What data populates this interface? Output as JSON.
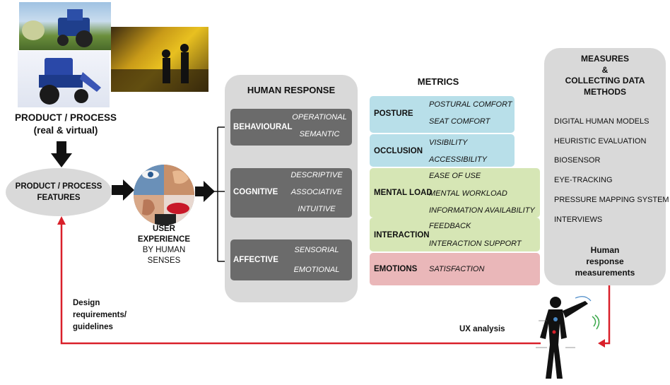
{
  "product": {
    "title_line1": "PRODUCT / PROCESS",
    "title_line2": "(real & virtual)",
    "features_line1": "PRODUCT / PROCESS",
    "features_line2": "FEATURES"
  },
  "user_experience": {
    "line1": "USER",
    "line2": "EXPERIENCE",
    "line3": "BY HUMAN",
    "line4": "SENSES"
  },
  "human_response": {
    "title": "HUMAN RESPONSE",
    "groups": [
      {
        "category": "BEHAVIOURAL",
        "items": [
          "OPERATIONAL",
          "SEMANTIC"
        ]
      },
      {
        "category": "COGNITIVE",
        "items": [
          "DESCRIPTIVE",
          "ASSOCIATIVE",
          "INTUITIVE"
        ]
      },
      {
        "category": "AFFECTIVE",
        "items": [
          "SENSORIAL",
          "EMOTIONAL"
        ]
      }
    ]
  },
  "metrics": {
    "title": "METRICS",
    "groups": [
      {
        "category": "POSTURE",
        "items": [
          "POSTURAL COMFORT",
          "SEAT COMFORT"
        ],
        "color": "#b8dfe9"
      },
      {
        "category": "OCCLUSION",
        "items": [
          "VISIBILITY",
          "ACCESSIBILITY"
        ],
        "color": "#b8dfe9"
      },
      {
        "category": "MENTAL LOAD",
        "items": [
          "EASE OF USE",
          "MENTAL WORKLOAD",
          "INFORMATION AVAILABILITY"
        ],
        "color": "#d6e6b5"
      },
      {
        "category": "INTERACTION",
        "items": [
          "FEEDBACK",
          "INTERACTION SUPPORT"
        ],
        "color": "#d6e6b5"
      },
      {
        "category": "EMOTIONS",
        "items": [
          "SATISFACTION"
        ],
        "color": "#eab7b9"
      }
    ]
  },
  "measures": {
    "title_line1": "MEASURES",
    "title_line2": "&",
    "title_line3": "COLLECTING DATA",
    "title_line4": "METHODS",
    "items": [
      "DIGITAL HUMAN MODELS",
      "HEURISTIC EVALUATION",
      "BIOSENSOR",
      "EYE-TRACKING",
      "PRESSURE MAPPING SYSTEM",
      "INTERVIEWS"
    ],
    "footer_line1": "Human",
    "footer_line2": "response",
    "footer_line3": "measurements"
  },
  "feedback": {
    "design_line1": "Design",
    "design_line2": "requirements/",
    "design_line3": "guidelines",
    "ux_analysis": "UX analysis"
  },
  "colors": {
    "panel_gray": "#d9d9d9",
    "box_gray": "#6b6b6b",
    "blue": "#b8dfe9",
    "green": "#d6e6b5",
    "pink": "#eab7b9",
    "red_arrow": "#d9202a"
  }
}
